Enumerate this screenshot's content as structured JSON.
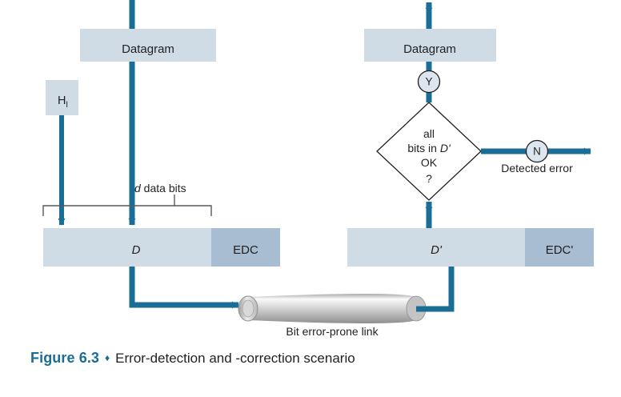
{
  "figure": {
    "number_label": "Figure 6.3",
    "separator_glyph": "♦",
    "caption": "Error-detection and -correction scenario"
  },
  "colors": {
    "arrow_blue": "#1a6e96",
    "box_light_blue": "#cfdce6",
    "box_dark_blue": "#a8bdd1",
    "circle_fill": "#dce6ee",
    "outline_dark": "#231f20",
    "pipe_light": "#f2f2f2",
    "pipe_mid": "#c9c9c9",
    "pipe_dark": "#9a9a9a",
    "caption_accent": "#1a6e96"
  },
  "sender": {
    "datagram_box": "Datagram",
    "header_box": {
      "main": "H",
      "subscript": "l"
    },
    "data_bits_annotation": {
      "italic": "d",
      "rest": " data bits"
    },
    "frame": {
      "data_field": "D",
      "edc_field": "EDC"
    }
  },
  "link": {
    "label": "Bit error-prone link"
  },
  "receiver": {
    "datagram_box": "Datagram",
    "frame": {
      "data_field": "D'",
      "edc_field": "EDC'"
    },
    "decision": {
      "line1": "all",
      "line2_pre": "bits in ",
      "line2_italic": "D'",
      "line3": "OK",
      "line4": "?"
    },
    "yes_branch_label": "Y",
    "no_branch_label": "N",
    "error_label": "Detected error"
  }
}
